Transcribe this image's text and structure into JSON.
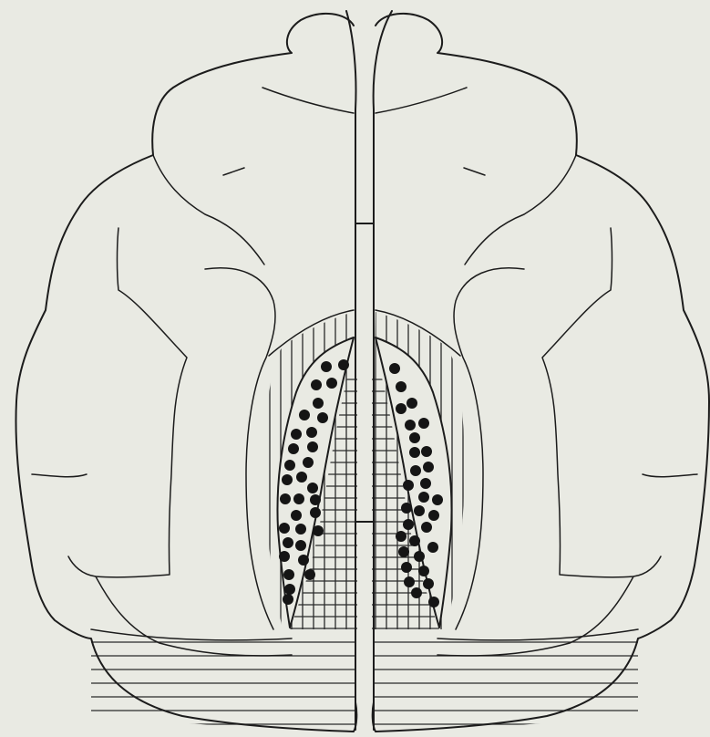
{
  "figure": {
    "paper_color": "#e9eae3",
    "ink_color": "#1c1c1c"
  },
  "legend_patterns": [
    "vertical-hatch",
    "horizontal-hatch",
    "dot-fill"
  ]
}
